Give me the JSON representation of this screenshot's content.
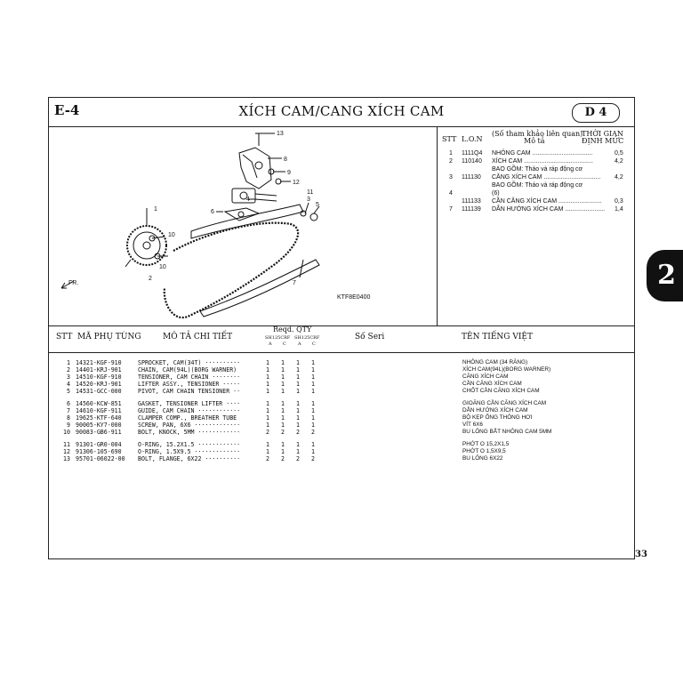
{
  "header": {
    "section_code": "E-4",
    "title": "XÍCH CAM/CANG XÍCH CAM",
    "badge": "D 4"
  },
  "diagram": {
    "callouts": [
      "13",
      "8",
      "9",
      "12",
      "4",
      "3",
      "11",
      "5",
      "6",
      "1",
      "10",
      "10",
      "2",
      "7"
    ],
    "front_label": "FR.",
    "figure_code": "KTF8E0400"
  },
  "reference": {
    "headers": {
      "stt": "STT",
      "lon": "L.O.N",
      "desc_1": "(Số tham khảo liên quan)",
      "desc_2": "Mô tả",
      "time_1": "THỜI GIAN",
      "time_2": "ĐỊNH MỨC"
    },
    "rows": [
      {
        "stt": "1",
        "lon": "1111Q4",
        "desc": "NHÔNG CAM ...................................",
        "time": "0,5"
      },
      {
        "stt": "2",
        "lon": "110140",
        "desc": "XÍCH CAM ........................................",
        "time": "4,2"
      },
      {
        "stt": "",
        "lon": "",
        "desc": "BAO GỒM: Tháo và ráp động cơ",
        "time": ""
      },
      {
        "stt": "3",
        "lon": "111130",
        "desc": "CĂNG XÍCH CAM .................................",
        "time": "4,2"
      },
      {
        "stt": "",
        "lon": "",
        "desc": "BAO GỒM: Tháo và ráp động cơ",
        "time": ""
      },
      {
        "stt": "4",
        "lon": "",
        "desc": "(6)",
        "time": ""
      },
      {
        "stt": "",
        "lon": "111133",
        "desc": "CẦN CĂNG XÍCH CAM .........................",
        "time": "0,3"
      },
      {
        "stt": "7",
        "lon": "111139",
        "desc": "DẪN HƯỚNG XÍCH CAM .......................",
        "time": "1,4"
      }
    ]
  },
  "parts_table": {
    "headers": {
      "stt": "STT",
      "part_no": "MÃ PHỤ TÙNG",
      "desc": "MÔ TẢ CHI TIẾT",
      "qty_1": "Reqd. QTY",
      "model_1": "SH125CRF",
      "model_2": "SH125CRF",
      "sub_a1": "A",
      "sub_c1": "C",
      "sub_a2": "A",
      "sub_c2": "C",
      "serial": "Số Seri",
      "vn_name": "TÊN TIẾNG VIỆT"
    },
    "groups": [
      [
        {
          "stt": "1",
          "part": "14321-KGF-910",
          "desc": "SPROCKET, CAM(34T) ··········",
          "q": [
            "1",
            "1",
            "1",
            "1"
          ],
          "vn": "NHÔNG CAM (34 RĂNG)"
        },
        {
          "stt": "2",
          "part": "14401-KRJ-901",
          "desc": "CHAIN, CAM(94L)(BORG WARNER)",
          "q": [
            "1",
            "1",
            "1",
            "1"
          ],
          "vn": "XÍCH CAM(94L)(BORG WARNER)"
        },
        {
          "stt": "3",
          "part": "14510-KGF-910",
          "desc": "TENSIONER, CAM CHAIN ········",
          "q": [
            "1",
            "1",
            "1",
            "1"
          ],
          "vn": "CĂNG XÍCH CAM"
        },
        {
          "stt": "4",
          "part": "14520-KRJ-901",
          "desc": "LIFTER ASSY., TENSIONER ·····",
          "q": [
            "1",
            "1",
            "1",
            "1"
          ],
          "vn": "CẦN CĂNG XÍCH CAM"
        },
        {
          "stt": "5",
          "part": "14531-GCC-000",
          "desc": "PIVOT, CAM CHAIN TENSIONER ··",
          "q": [
            "1",
            "1",
            "1",
            "1"
          ],
          "vn": "CHỐT CẦN CĂNG XÍCH CAM"
        }
      ],
      [
        {
          "stt": "6",
          "part": "14560-KCW-851",
          "desc": "GASKET, TENSIONER LIFTER ····",
          "q": [
            "1",
            "1",
            "1",
            "1"
          ],
          "vn": "GIOĂNG CẦN CĂNG XÍCH CAM"
        },
        {
          "stt": "7",
          "part": "14610-KGF-911",
          "desc": "GUIDE, CAM CHAIN ············",
          "q": [
            "1",
            "1",
            "1",
            "1"
          ],
          "vn": "DẪN HƯỚNG XÍCH CAM"
        },
        {
          "stt": "8",
          "part": "19625-KTF-640",
          "desc": "CLAMPER COMP., BREATHER TUBE",
          "q": [
            "1",
            "1",
            "1",
            "1"
          ],
          "vn": "BỘ KẸP ỐNG THÔNG HƠI"
        },
        {
          "stt": "9",
          "part": "90005-KY7-000",
          "desc": "SCREW, PAN, 6X6 ·············",
          "q": [
            "1",
            "1",
            "1",
            "1"
          ],
          "vn": "VÍT 6X6"
        },
        {
          "stt": "10",
          "part": "90083-GB6-911",
          "desc": "BOLT, KNOCK, 5MM ············",
          "q": [
            "2",
            "2",
            "2",
            "2"
          ],
          "vn": "BU LÔNG BẮT NHÔNG CAM 5MM"
        }
      ],
      [
        {
          "stt": "11",
          "part": "91301-GR0-004",
          "desc": "O-RING, 15.2X1.5 ············",
          "q": [
            "1",
            "1",
            "1",
            "1"
          ],
          "vn": "PHỚT O 15,2X1,5"
        },
        {
          "stt": "12",
          "part": "91306-105-690",
          "desc": "O-RING, 1.5X9.5 ·············",
          "q": [
            "1",
            "1",
            "1",
            "1"
          ],
          "vn": "PHỚT O 1,5X9,5"
        },
        {
          "stt": "13",
          "part": "95701-06022-00",
          "desc": "BOLT, FLANGE, 6X22 ··········",
          "q": [
            "2",
            "2",
            "2",
            "2"
          ],
          "vn": "BU LÔNG 6X22"
        }
      ]
    ]
  },
  "side_tab": "2",
  "page_number": "33"
}
